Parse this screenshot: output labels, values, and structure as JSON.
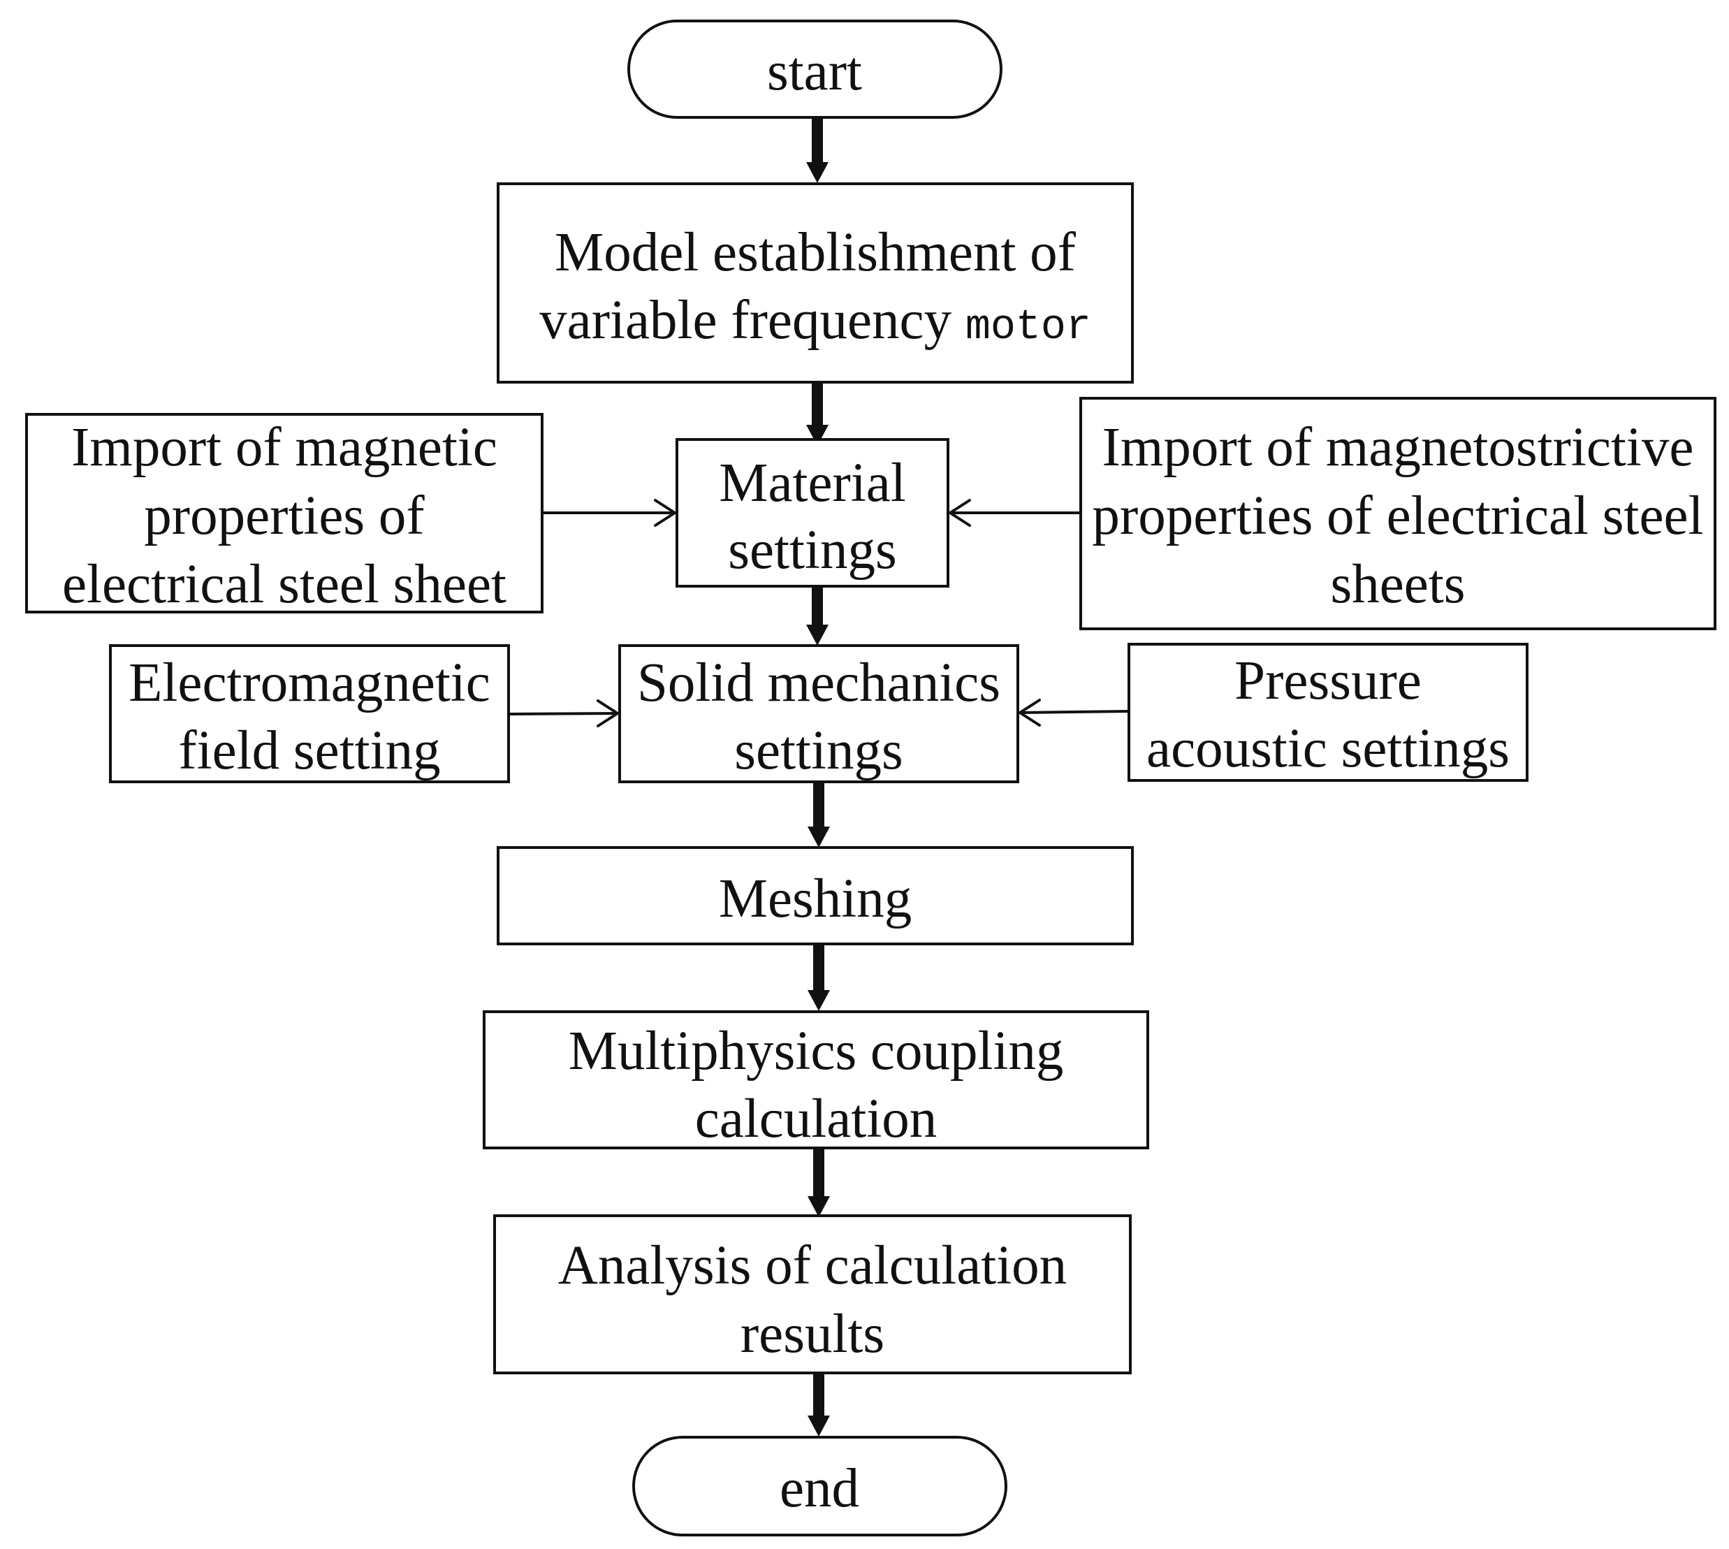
{
  "nodes": {
    "start": {
      "lines": [
        "start"
      ]
    },
    "model": {
      "lines": [
        "Model establishment of",
        "variable frequency "
      ],
      "suffix": "motor"
    },
    "material": {
      "lines": [
        "Material",
        "settings"
      ]
    },
    "magnetic_import": {
      "lines": [
        "Import of magnetic",
        "properties of",
        "electrical steel sheet"
      ]
    },
    "magnetostrictive_import": {
      "lines": [
        "Import of magnetostrictive",
        "properties of electrical steel",
        "sheets"
      ]
    },
    "solid": {
      "lines": [
        "Solid mechanics",
        "settings"
      ]
    },
    "electromagnetic": {
      "lines": [
        "Electromagnetic",
        "field setting"
      ]
    },
    "pressure": {
      "lines": [
        "Pressure",
        "acoustic settings"
      ]
    },
    "meshing": {
      "lines": [
        "Meshing"
      ]
    },
    "multiphysics": {
      "lines": [
        "Multiphysics coupling",
        "calculation"
      ]
    },
    "analysis": {
      "lines": [
        "Analysis of calculation",
        "results"
      ]
    },
    "end": {
      "lines": [
        "end"
      ]
    }
  }
}
